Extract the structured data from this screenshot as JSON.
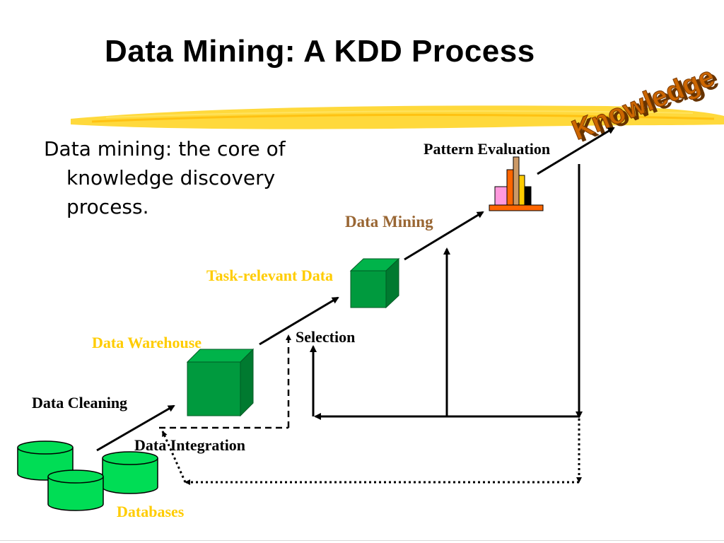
{
  "slide": {
    "title": "Data Mining: A KDD Process",
    "bullet": "Data mining: the core of knowledge discovery process."
  },
  "labels": {
    "knowledge": "Knowledge",
    "pattern_evaluation": "Pattern Evaluation",
    "data_mining": "Data Mining",
    "task_relevant_data": "Task-relevant Data",
    "selection": "Selection",
    "data_warehouse": "Data Warehouse",
    "data_cleaning": "Data Cleaning",
    "data_integration": "Data Integration",
    "databases": "Databases"
  },
  "colors": {
    "title_text": "#000000",
    "highlight_stripe": "#ffd21a",
    "knowledge_text": "#cc6600",
    "knowledge_shadow": "#663300",
    "yellow_label": "#ffcc00",
    "brown_label": "#996633",
    "cube_face": "#009a3e",
    "cube_top": "#00b34a",
    "cube_side": "#007a30",
    "database_fill": "#00dd55",
    "chart_base": "#ff6600",
    "arrow": "#000000"
  }
}
